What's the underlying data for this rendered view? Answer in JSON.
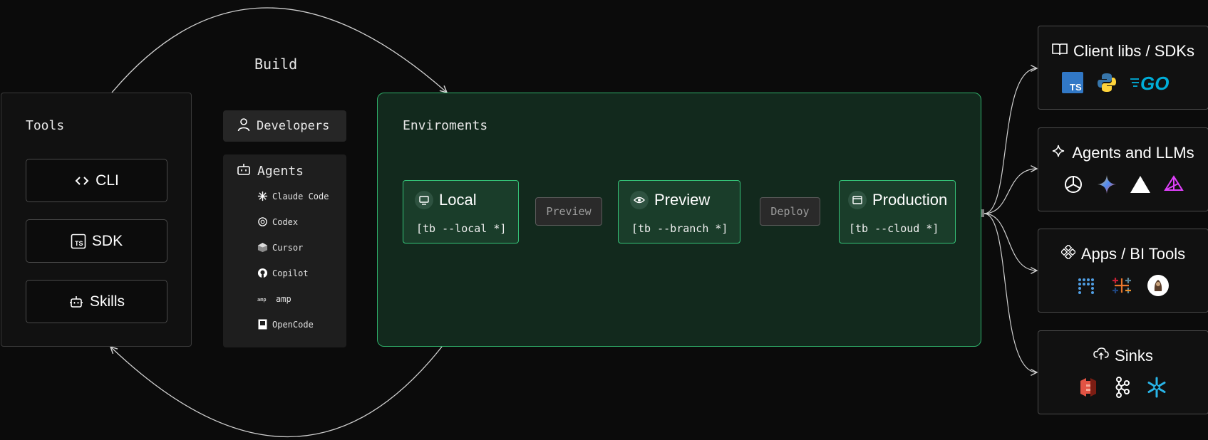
{
  "build_label": "Build",
  "tools": {
    "title": "Tools",
    "items": [
      {
        "label": "CLI",
        "icon": "code-icon"
      },
      {
        "label": "SDK",
        "icon": "ts-icon"
      },
      {
        "label": "Skills",
        "icon": "robot-icon"
      }
    ]
  },
  "developers": {
    "label": "Developers",
    "icon": "user-icon"
  },
  "agents": {
    "title": "Agents",
    "icon": "robot-icon",
    "items": [
      {
        "label": "Claude Code",
        "icon": "claude-icon"
      },
      {
        "label": "Codex",
        "icon": "openai-icon"
      },
      {
        "label": "Cursor",
        "icon": "cursor-icon"
      },
      {
        "label": "Copilot",
        "icon": "github-icon"
      },
      {
        "label": "amp",
        "icon": "amp-icon"
      },
      {
        "label": "OpenCode",
        "icon": "opencode-icon"
      }
    ]
  },
  "environments": {
    "title": "Enviroments",
    "stages": [
      {
        "label": "Local",
        "command": "[tb --local *]",
        "icon": "monitor-icon"
      },
      {
        "label": "Preview",
        "command": "[tb --branch *]",
        "icon": "eye-icon"
      },
      {
        "label": "Production",
        "command": "[tb --cloud *]",
        "icon": "browser-window-icon"
      }
    ],
    "transitions": [
      "Preview",
      "Deploy"
    ]
  },
  "outputs": [
    {
      "title": "Client libs / SDKs",
      "icon": "book-icon",
      "logos": [
        "typescript-logo",
        "python-logo",
        "go-logo"
      ]
    },
    {
      "title": "Agents and LLMs",
      "icon": "sparkle-icon",
      "logos": [
        "openai-logo",
        "gemini-logo",
        "vercel-logo",
        "llm-logo"
      ]
    },
    {
      "title": "Apps / BI Tools",
      "icon": "grid-diamond-icon",
      "logos": [
        "metabase-logo",
        "tableau-logo",
        "grafana-logo"
      ]
    },
    {
      "title": "Sinks",
      "icon": "cloud-upload-icon",
      "logos": [
        "s3-logo",
        "kafka-logo",
        "snowflake-logo"
      ]
    }
  ],
  "colors": {
    "background": "#0b0b0b",
    "env_panel": "#12291d",
    "env_border": "#2fb06a",
    "stage_box": "#1a3d2a",
    "stage_border": "#35c378"
  }
}
